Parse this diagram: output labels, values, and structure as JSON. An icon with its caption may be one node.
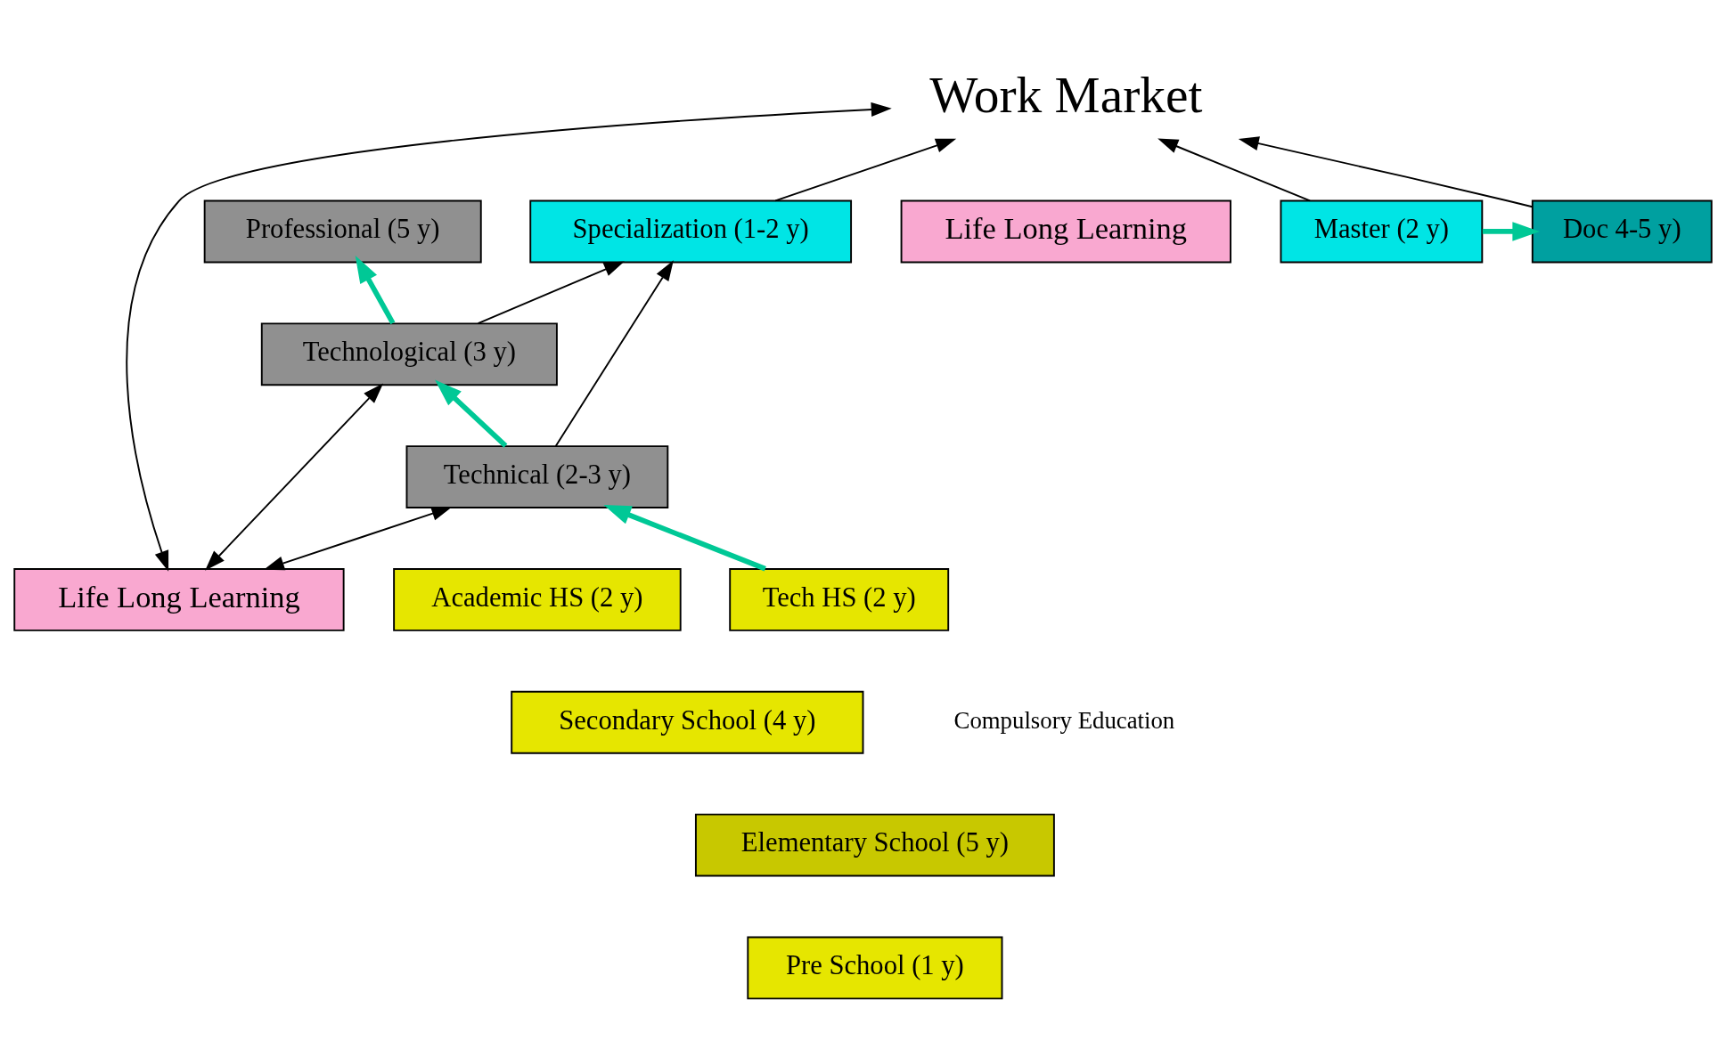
{
  "diagram": {
    "nodes": [
      {
        "text": [
          "Work Market"
        ]
      },
      {
        "text": [
          "Life Long Learning"
        ]
      },
      {
        "text": [
          "Life Long Learning"
        ]
      },
      {
        "text": [
          "Doc 4-5 y)"
        ]
      },
      {
        "text": [
          "Master (2 y)"
        ]
      },
      {
        "text": [
          "Specialization (1-2 y)"
        ]
      },
      {
        "text": [
          "Professional (5 y)"
        ]
      },
      {
        "text": [
          "Technological (3 y)"
        ]
      },
      {
        "text": [
          "Technical (2-3 y)"
        ]
      },
      {
        "text": [
          "Academic HS (2 y)"
        ]
      },
      {
        "text": [
          "Tech HS (2 y)"
        ]
      },
      {
        "text": [
          "Secondary School (4 y)"
        ]
      },
      {
        "text": [
          "Elementary School (5 y)"
        ]
      },
      {
        "text": [
          "Pre School (1 y)"
        ]
      }
    ],
    "edges": [
      {
        "from": 1,
        "to": 0,
        "arrow": "both"
      },
      {
        "from": 3,
        "to": 0,
        "arrow": "to"
      },
      {
        "from": 4,
        "to": 0,
        "arrow": "to"
      },
      {
        "from": 5,
        "to": 0,
        "arrow": "to"
      },
      {
        "from": 8,
        "to": 5,
        "arrow": "to"
      },
      {
        "from": 7,
        "to": 5,
        "arrow": "to"
      },
      {
        "from": 1,
        "to": 7,
        "arrow": "both"
      },
      {
        "from": 1,
        "to": 8,
        "arrow": "both"
      },
      {
        "from": 10,
        "to": 8,
        "arrow": "to",
        "style": "thick",
        "color": "#00c896"
      },
      {
        "from": 8,
        "to": 7,
        "arrow": "to",
        "style": "thick",
        "color": "#00c896"
      },
      {
        "from": 7,
        "to": 6,
        "arrow": "to",
        "style": "thick",
        "color": "#00c896"
      },
      {
        "from": 4,
        "to": 3,
        "arrow": "to",
        "style": "thick",
        "color": "#00c896"
      }
    ],
    "labels": [
      "Compulsory Education"
    ]
  }
}
